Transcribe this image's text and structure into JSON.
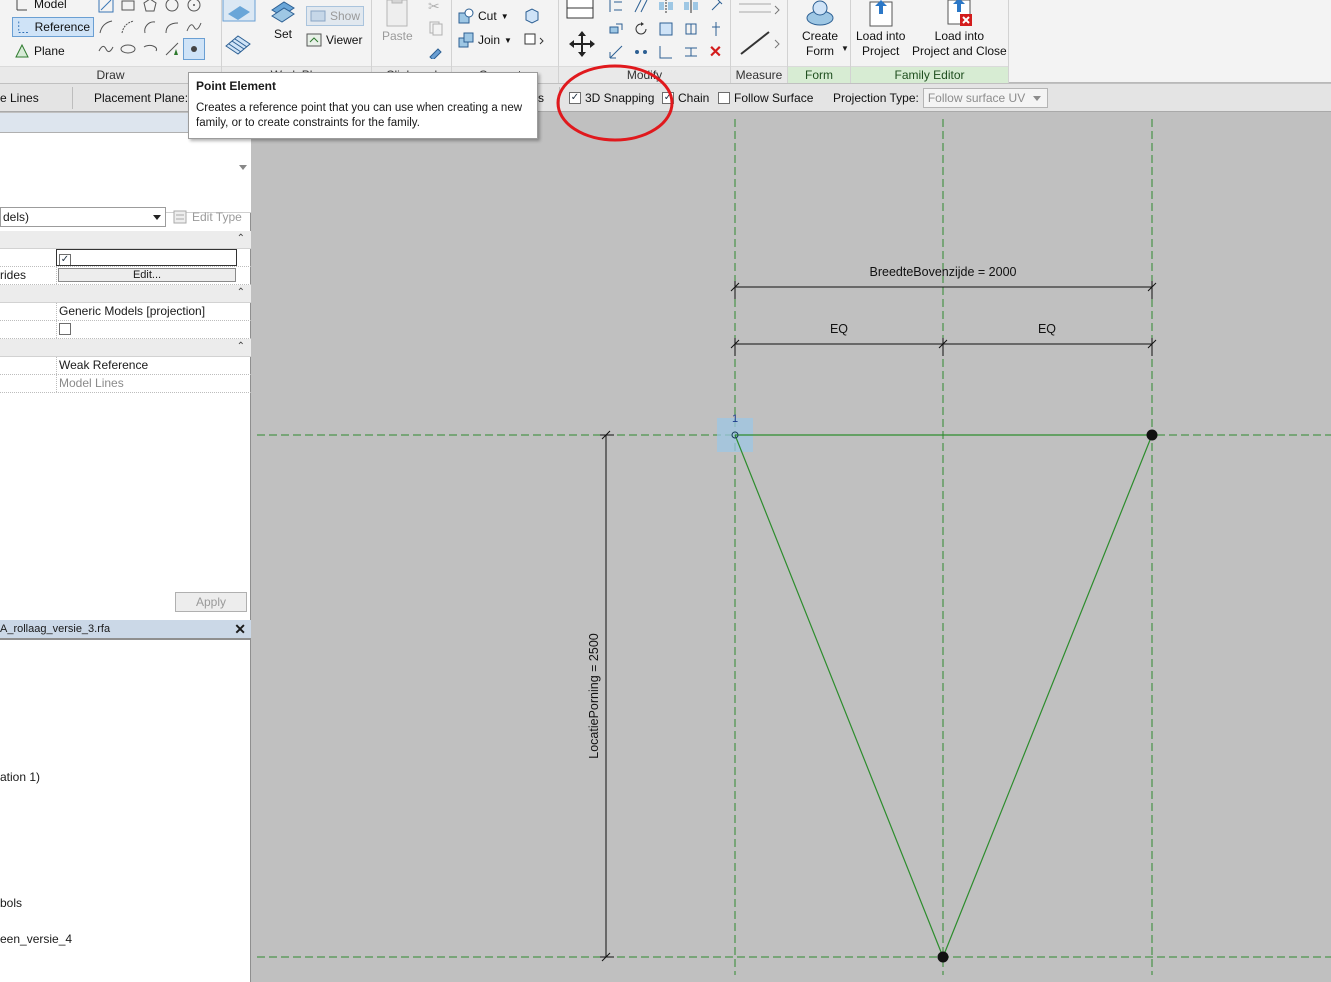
{
  "ribbon": {
    "draw_panel": {
      "title": "Draw",
      "model": "Model",
      "reference": "Reference",
      "plane": "Plane"
    },
    "workplane_panel": {
      "title": "Work Pl...",
      "set": "Set",
      "show": "Show",
      "viewer": "Viewer"
    },
    "clipboard_panel": {
      "title": "Clipboard",
      "paste": "Paste"
    },
    "geometry_panel": {
      "title": "Geometry",
      "cut": "Cut",
      "join": "Join"
    },
    "modify_panel": {
      "title": "Modify"
    },
    "measure_panel": {
      "title": "Measure"
    },
    "form_panel": {
      "title": "Form",
      "create_form": "Create\nForm",
      "create_form_l1": "Create",
      "create_form_l2": "Form"
    },
    "family_editor_panel": {
      "title": "Family Editor",
      "load_project_l1": "Load into",
      "load_project_l2": "Project",
      "load_close_l1": "Load into",
      "load_close_l2": "Project and Close"
    }
  },
  "options_bar": {
    "context_label": "e Lines",
    "placement_plane_label": "Placement Plane:",
    "hidden_suffix": "s",
    "snapping_label": "3D Snapping",
    "snapping_checked": "✓",
    "chain_label": "Chain",
    "chain_checked": "✓",
    "follow_surface_label": "Follow Surface",
    "projection_type_label": "Projection Type:",
    "projection_type_value": "Follow surface UV"
  },
  "tooltip": {
    "title": "Point Element",
    "body": "Creates a reference point that you can use when creating a new family, or to create constraints for the family."
  },
  "properties": {
    "filter_value": "dels)",
    "edit_type": "Edit Type",
    "rows": {
      "visible_check": "✓",
      "overrides_key": "rides",
      "overrides_btn": "Edit...",
      "subcategory": "Generic Models [projection]",
      "is_reference": "Weak Reference",
      "line_style": "Model Lines"
    },
    "apply": "Apply"
  },
  "browser": {
    "title": "A_rollaag_versie_3.rfa",
    "items": [
      "ation 1)",
      "bols",
      "een_versie_4"
    ]
  },
  "canvas": {
    "dim_top": "BreedteBovenzijde = 2000",
    "dim_eq_left": "EQ",
    "dim_eq_right": "EQ",
    "dim_vertical": "LocatiePorning = 2500",
    "point_number": "1"
  },
  "colors": {
    "ref_line": "#2f8a2f",
    "model_line": "#2c8c2c",
    "annotation_circle": "#e0191d",
    "selection": "#9ec7e4"
  }
}
